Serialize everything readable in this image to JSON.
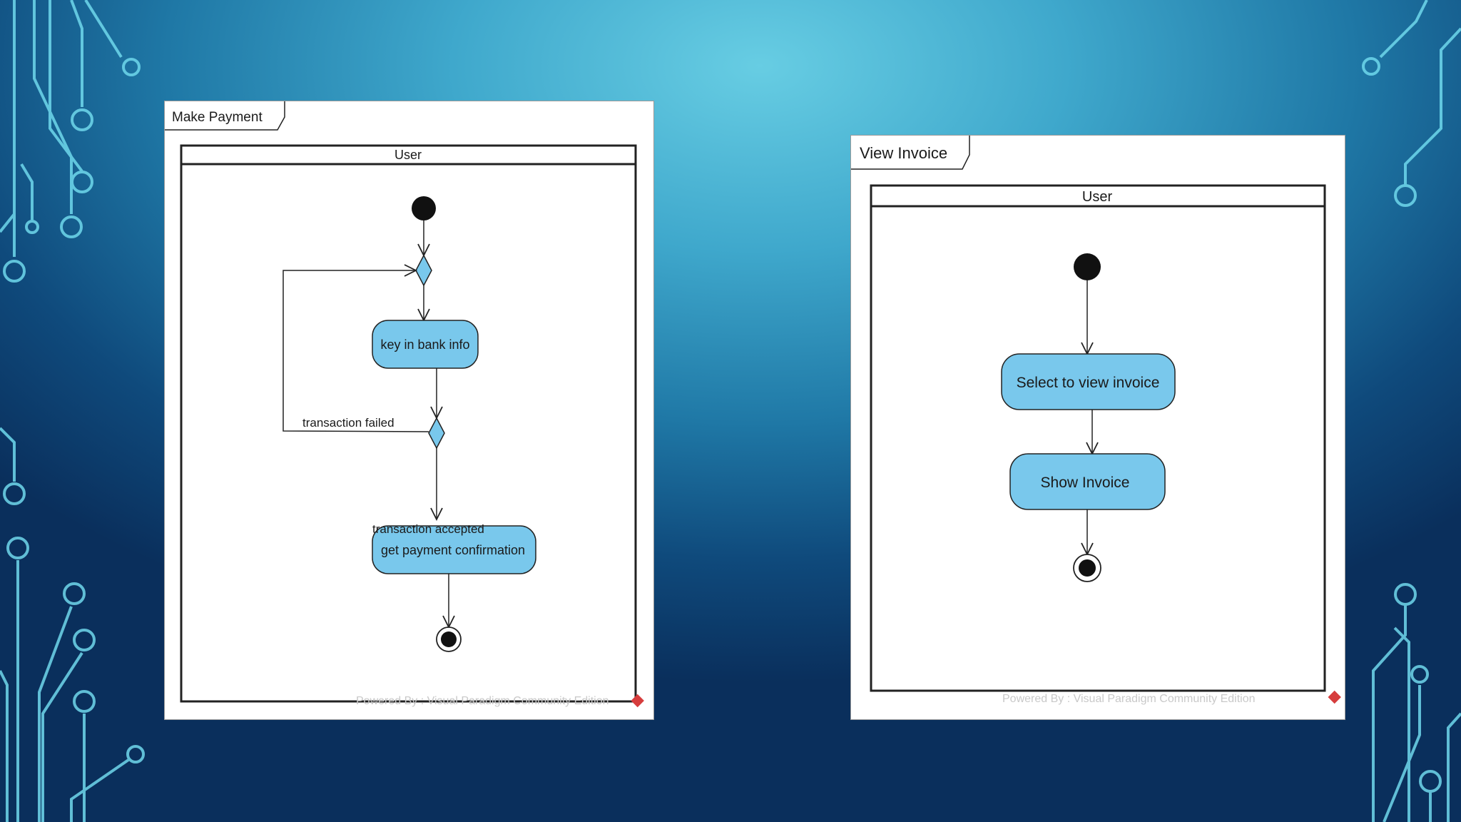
{
  "colors": {
    "activity_fill": "#79c8ec",
    "stroke": "#222222",
    "frame_bg": "#ffffff",
    "watermark": "#c9c9c9",
    "watermark_logo": "#d63d3d",
    "circuit": "#6fd8ec"
  },
  "make_payment": {
    "frame_title": "Make Payment",
    "swimlane": "User",
    "activity_key_bank": "key in bank info",
    "guard_failed": "transaction failed",
    "guard_accepted": "transaction accepted",
    "activity_confirm": "get payment confirmation",
    "watermark": "Powered By : Visual Paradigm Community Edition"
  },
  "view_invoice": {
    "frame_title": "View Invoice",
    "swimlane": "User",
    "activity_select": "Select to view invoice",
    "activity_show": "Show Invoice",
    "watermark": "Powered By : Visual Paradigm Community Edition"
  }
}
